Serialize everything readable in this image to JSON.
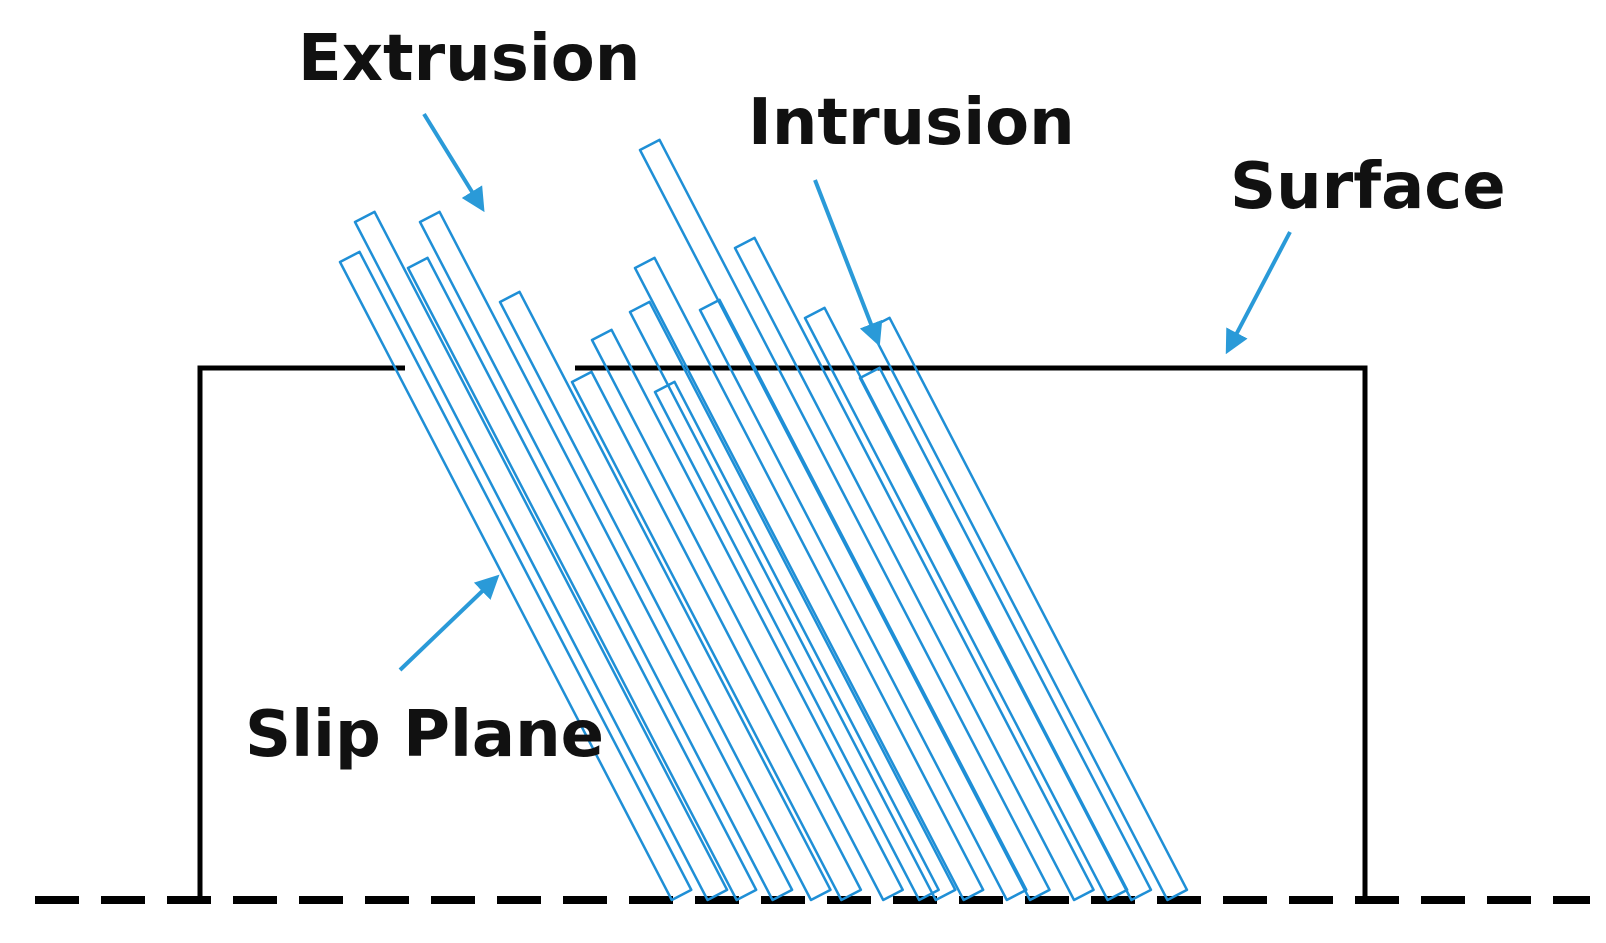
{
  "labels": {
    "extrusion": "Extrusion",
    "intrusion": "Intrusion",
    "surface": "Surface",
    "slip_plane": "Slip Plane"
  },
  "colors": {
    "outline": "#000000",
    "slip_band": "#1f8fd6",
    "arrow": "#2a9ad8",
    "text": "#111111"
  }
}
